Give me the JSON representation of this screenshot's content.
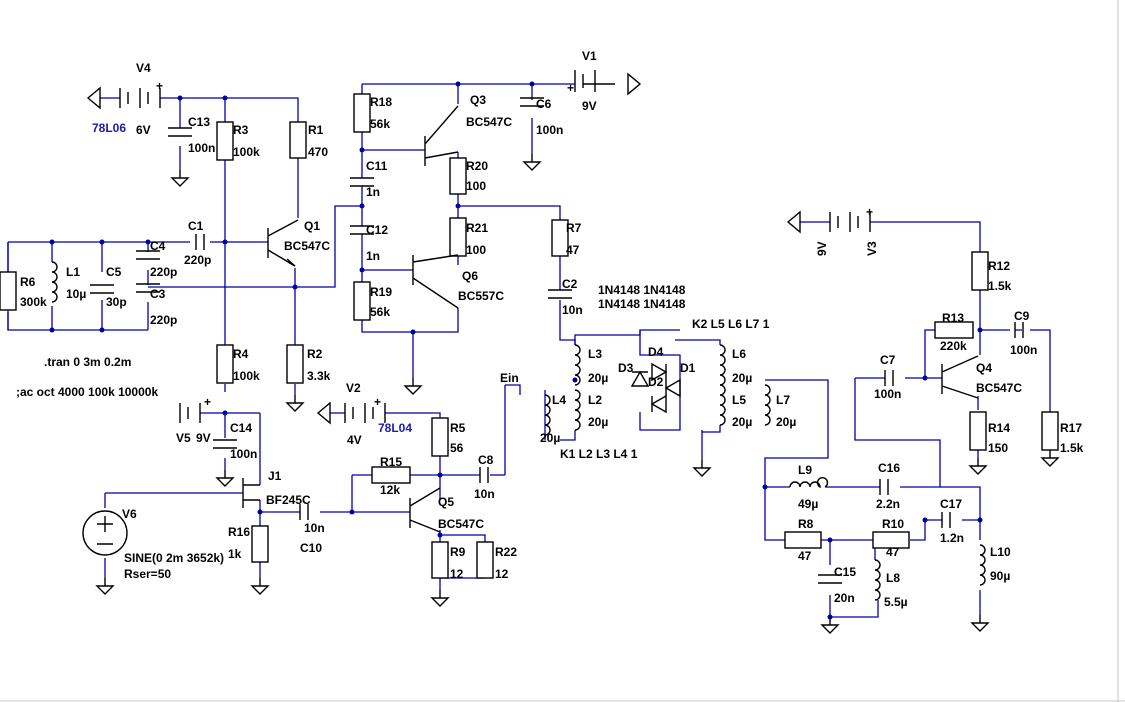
{
  "colors": {
    "wire": "#0000aa",
    "part": "#000000",
    "label_blue": "#1b1bb0",
    "background": "#ffffff",
    "border": "#c8c8c8"
  },
  "labels": {
    "V4": "V4",
    "V4_model": "78L06",
    "V4_val": "6V",
    "C13": "C13",
    "C13_val": "100n",
    "R3": "R3",
    "R3_val": "100k",
    "R1": "R1",
    "R1_val": "470",
    "R18": "R18",
    "R18_val": "56k",
    "Q3": "Q3",
    "Q3_model": "BC547C",
    "C6": "C6",
    "C6_val": "100n",
    "V1": "V1",
    "V1_val": "9V",
    "C11": "C11",
    "C11_val": "1n",
    "R20": "R20",
    "R20_val": "100",
    "C1": "C1",
    "C1_val": "220p",
    "Q1": "Q1",
    "Q1_model": "BC547C",
    "C12": "C12",
    "C12_val": "1n",
    "R21": "R21",
    "R21_val": "100",
    "R7": "R7",
    "R7_val": "47",
    "C4": "C4",
    "C4_val": "220p",
    "C3": "C3",
    "C3_val": "220p",
    "R6": "R6",
    "R6_val": "300k",
    "L1": "L1",
    "L1_val": "10µ",
    "C5": "C5",
    "C5_val": "30p",
    "Q6": "Q6",
    "Q6_model": "BC557C",
    "R19": "R19",
    "R19_val": "56k",
    "C2": "C2",
    "C2_val": "10n",
    "diode_models_1": "1N4148 1N4148",
    "diode_models_2": "1N4148 1N4148",
    "K2": "K2 L5 L6 L7 1",
    "R4": "R4",
    "R4_val": "100k",
    "R2": "R2",
    "R2_val": "3.3k",
    "L3": "L3",
    "L3_val": "20µ",
    "D3": "D3",
    "D4": "D4",
    "D2": "D2",
    "D1": "D1",
    "L6": "L6",
    "L6_val": "20µ",
    "L2": "L2",
    "L2_val": "20µ",
    "L5": "L5",
    "L5_val": "20µ",
    "L7": "L7",
    "L7_val": "20µ",
    "L4": "L4",
    "L4_val": "20µ",
    "Ein": "Ein",
    "K1": "K1 L2 L3 L4 1",
    "tran": ".tran 0 3m 0.2m",
    "ac": ";ac oct 4000 100k 10000k",
    "V2": "V2",
    "V2_model": "78L04",
    "V2_val": "4V",
    "V5": "V5",
    "V5_val": "9V",
    "C14": "C14",
    "C14_val": "100n",
    "R5": "R5",
    "R5_val": "56",
    "C8": "C8",
    "C8_val": "10n",
    "R15": "R15",
    "R15_val": "12k",
    "J1": "J1",
    "J1_model": "BF245C",
    "Q5": "Q5",
    "Q5_model": "BC547C",
    "C10": "C10",
    "C10_val": "10n",
    "R16": "R16",
    "R16_val": "1k",
    "V6": "V6",
    "V6_val1": "SINE(0 2m 3652k)",
    "V6_val2": "Rser=50",
    "R9": "R9",
    "R9_val": "12",
    "R22": "R22",
    "R22_val": "12",
    "V3": "V3",
    "V3_val": "9V",
    "R12": "R12",
    "R12_val": "1.5k",
    "R13": "R13",
    "R13_val": "220k",
    "C9": "C9",
    "C9_val": "100n",
    "C7": "C7",
    "C7_val": "100n",
    "Q4": "Q4",
    "Q4_model": "BC547C",
    "R14": "R14",
    "R14_val": "150",
    "R17": "R17",
    "R17_val": "1.5k",
    "L9": "L9",
    "L9_val": "49µ",
    "C16": "C16",
    "C16_val": "2.2n",
    "C17": "C17",
    "C17_val": "1.2n",
    "R8": "R8",
    "R8_val": "47",
    "R10": "R10",
    "R10_val": "47",
    "C15": "C15",
    "C15_val": "20n",
    "L8": "L8",
    "L8_val": "5.5µ",
    "L10": "L10",
    "L10_val": "90µ"
  }
}
